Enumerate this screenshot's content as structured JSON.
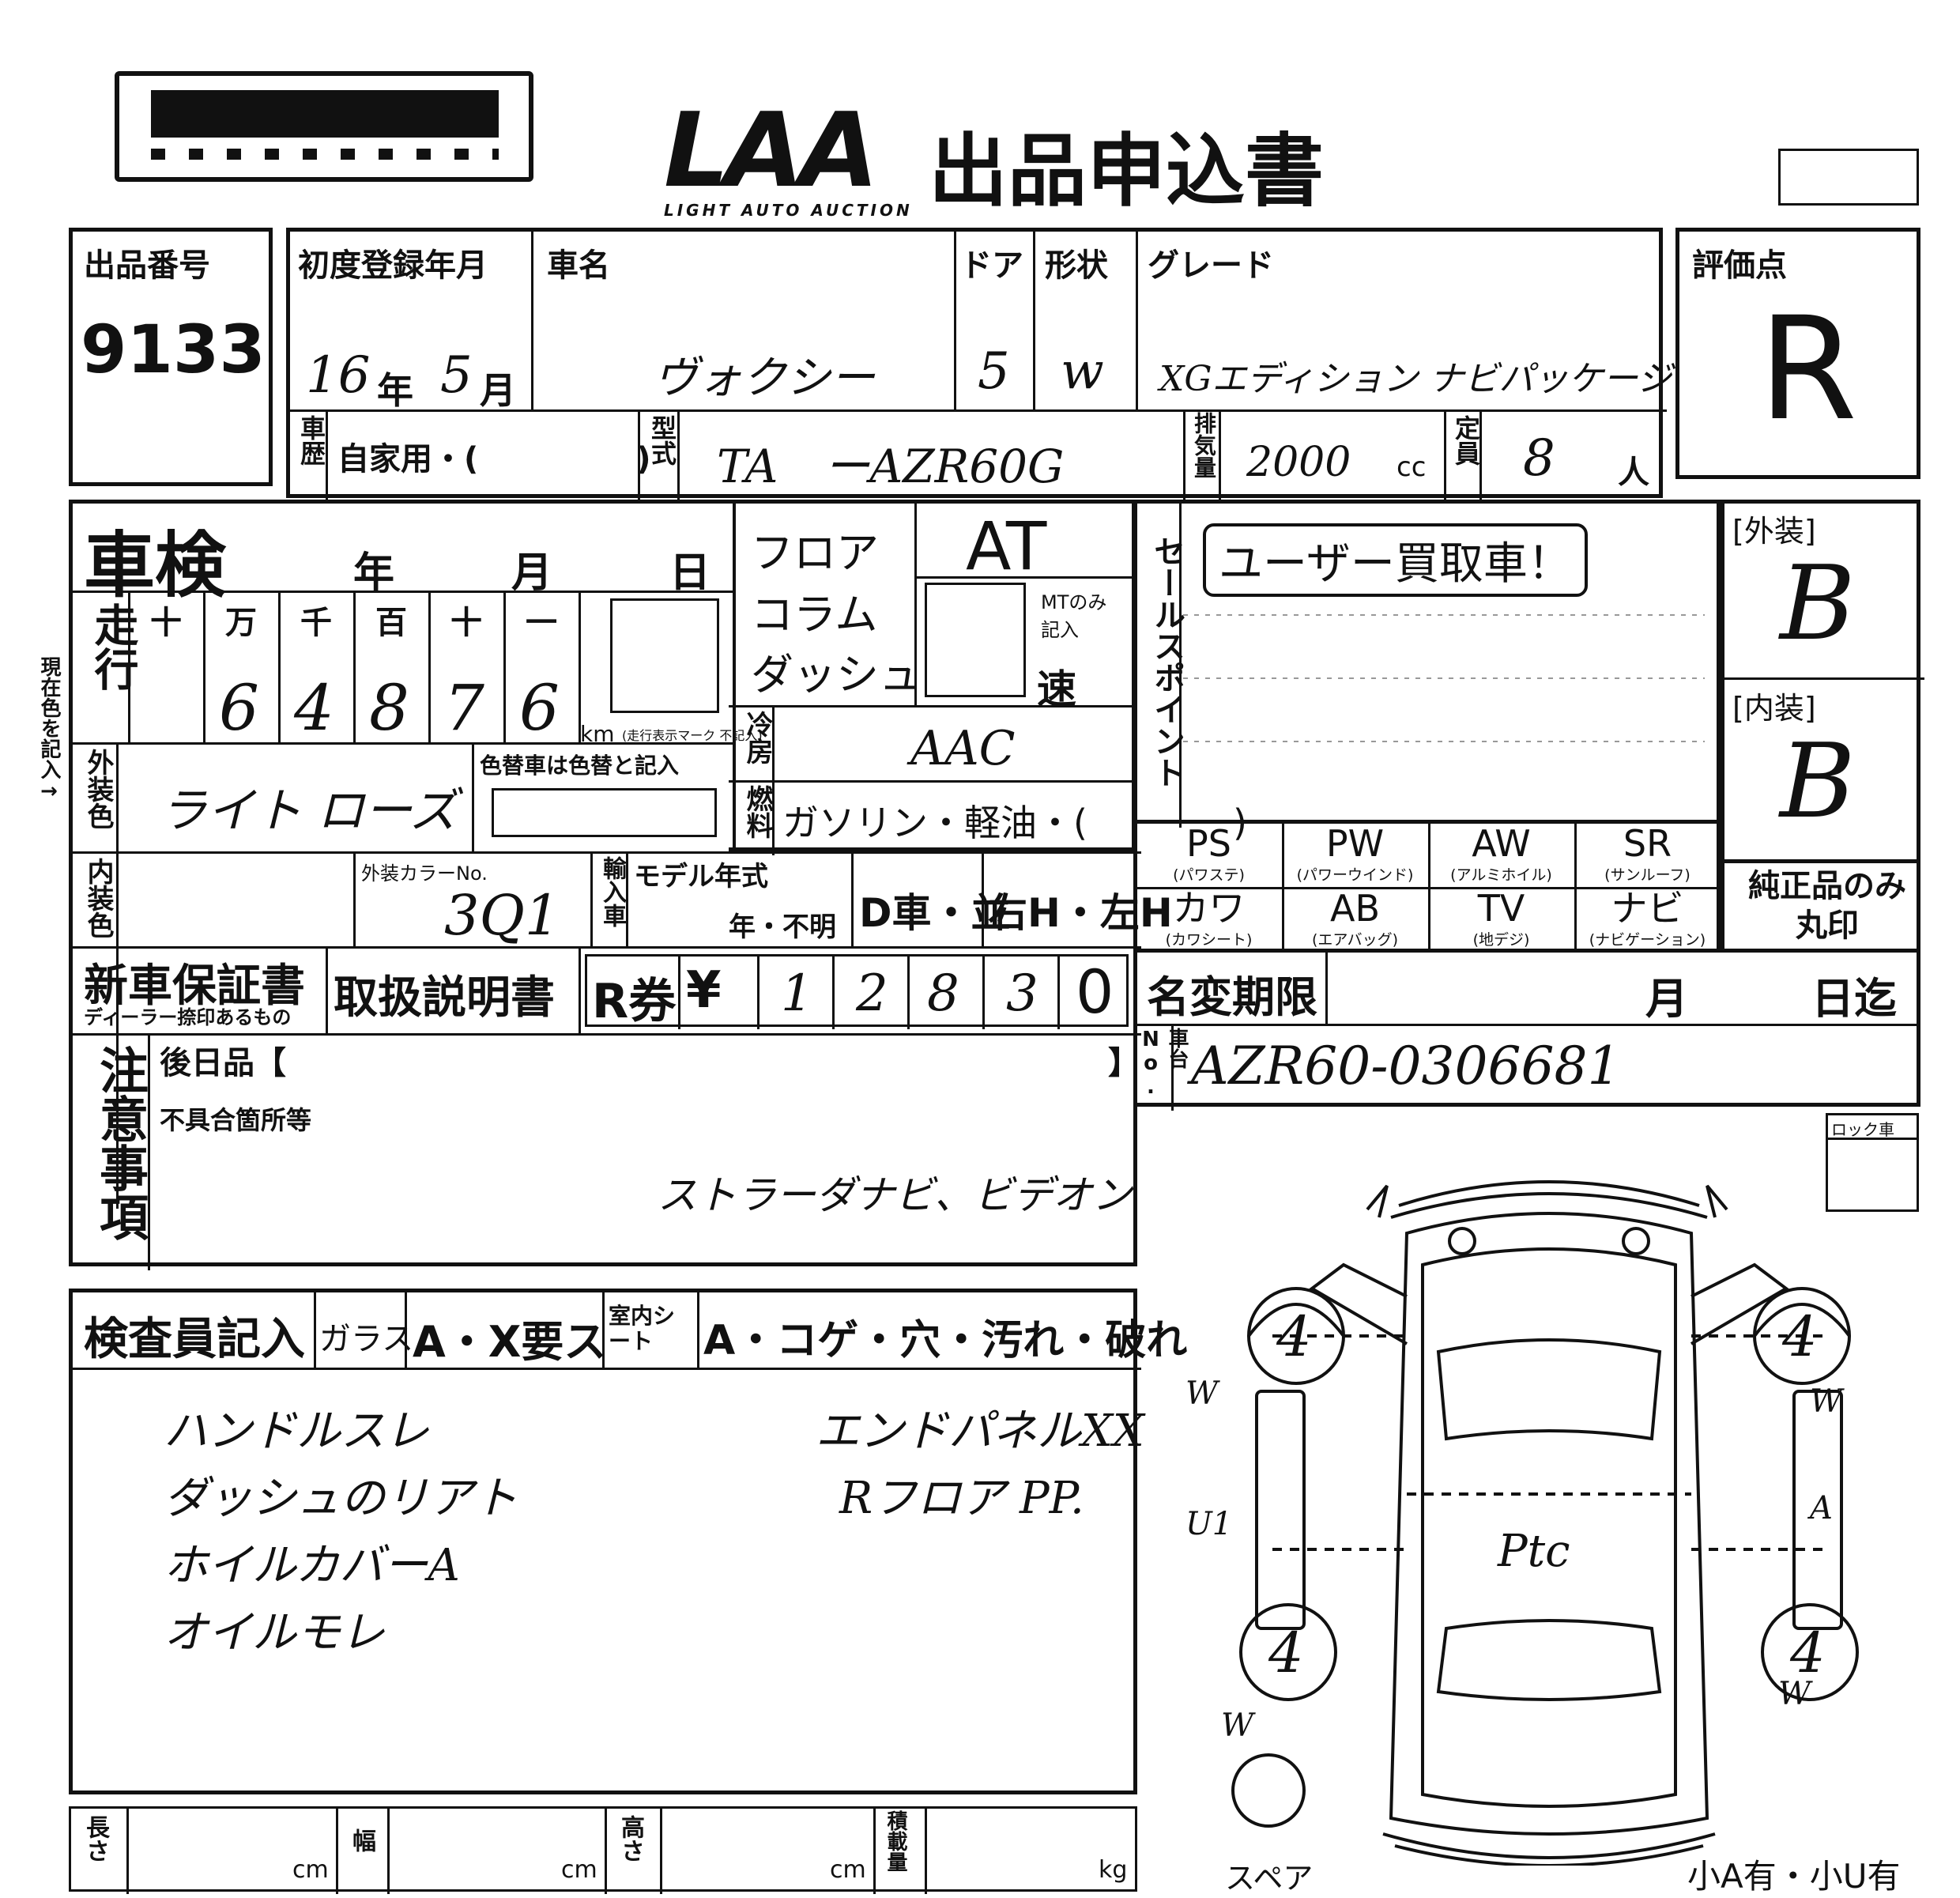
{
  "header": {
    "logo": "LAA",
    "logo_sub": "LIGHT AUTO AUCTION",
    "title": "出品申込書"
  },
  "lot": {
    "label": "出品番号",
    "value": "9133"
  },
  "reg": {
    "label": "初度登録年月",
    "year_suffix": "年",
    "month_suffix": "月",
    "year": "16",
    "month": "5"
  },
  "car_name": {
    "label": "車名",
    "value": "ヴォクシー"
  },
  "door": {
    "label": "ドア",
    "value": "5"
  },
  "shape": {
    "label": "形状",
    "value": "w"
  },
  "grade": {
    "label": "グレード",
    "value": "XGエディション ナビパッケージ"
  },
  "score": {
    "label": "評価点",
    "value": "R"
  },
  "history": {
    "label": "車歴",
    "value": "自家用・(　　　　　)"
  },
  "model": {
    "label": "型式",
    "value": "TA　ーAZR60G"
  },
  "displacement": {
    "label": "排気量",
    "value": "2000",
    "unit": "cc"
  },
  "capacity": {
    "label": "定員",
    "value": "8",
    "unit": "人"
  },
  "shaken": {
    "label": "車検",
    "y": "年",
    "m": "月",
    "d": "日"
  },
  "mileage": {
    "label": "走行",
    "digits_labels": [
      "十",
      "万",
      "千",
      "百",
      "十",
      "一"
    ],
    "digits": [
      "",
      "6",
      "4",
      "8",
      "7",
      "6"
    ],
    "unit": "km",
    "note": "(走行表示マーク 不記入)"
  },
  "shift": {
    "floor": "フロア",
    "column": "コラム",
    "dash": "ダッシュ",
    "at": "AT",
    "mt_note": "MTのみ 記入",
    "speed": "速"
  },
  "ac": {
    "label": "冷房",
    "value": "AAC"
  },
  "fuel": {
    "label": "燃料",
    "value": "ガソリン・軽油・(　　　　)"
  },
  "ext_color": {
    "label": "外装色",
    "value": "ライト ローズ",
    "repaint_label": "色替車は色替と記入"
  },
  "int_color": {
    "label": "内装色",
    "color_no_label": "外装カラーNo.",
    "color_no": "3Q1"
  },
  "import": {
    "label": "輸入車",
    "model_year_label": "モデル年式",
    "model_year_value": "年・不明"
  },
  "dealer": {
    "value": "D車・並"
  },
  "handle": {
    "value": "右H・左H"
  },
  "sales": {
    "label": "セールスポイント",
    "badge": "ユーザー買取車！"
  },
  "exterior": {
    "label": "[外装]",
    "value": "B"
  },
  "interior": {
    "label": "[内装]",
    "value": "B"
  },
  "equipment": {
    "items": [
      {
        "code": "PS",
        "sub": "(パワステ)"
      },
      {
        "code": "PW",
        "sub": "(パワーウインド)"
      },
      {
        "code": "AW",
        "sub": "(アルミホイル)"
      },
      {
        "code": "SR",
        "sub": "(サンルーフ)"
      },
      {
        "code": "カワ",
        "sub": "(カワシート)"
      },
      {
        "code": "AB",
        "sub": "(エアバッグ)"
      },
      {
        "code": "TV",
        "sub": "(地デジ)"
      },
      {
        "code": "ナビ",
        "sub": "(ナビゲーション)"
      }
    ],
    "genuine_label": "純正品のみ 丸印"
  },
  "warranty": {
    "label": "新車保証書",
    "sub": "ディーラー捺印あるもの"
  },
  "manual": {
    "label": "取扱説明書"
  },
  "recycle": {
    "label": "R券",
    "yen": "¥",
    "value": "12,830",
    "digits": [
      "1",
      "2",
      "8",
      "3",
      "0"
    ]
  },
  "name_change": {
    "label": "名変期限",
    "m": "月",
    "d": "日迄"
  },
  "chassis": {
    "label": "車台No.",
    "value": "AZR60-0306681"
  },
  "notes": {
    "label": "注意事項",
    "later": "後日品【",
    "later_close": "】",
    "defects": "不具合箇所等",
    "text": "ストラーダナビ、ビデオン"
  },
  "inspector": {
    "label": "検査員記入",
    "glass_label": "ガラス",
    "glass_value": "A・X要ス",
    "seat_label": "室内シート",
    "seat_value": "A・コゲ・穴・汚れ・破れ",
    "lines_left": [
      "ハンドルスレ",
      "ダッシュのリアト",
      "ホイルカバーA",
      "オイルモレ"
    ],
    "lines_right": [
      "エンドパネルXX",
      "Rフロア PP."
    ]
  },
  "lock": {
    "label": "ロック車"
  },
  "diagram": {
    "tires": [
      "4",
      "4",
      "4",
      "4"
    ],
    "marks": [
      "W",
      "W",
      "W",
      "W",
      "U1",
      "A",
      "Ptc"
    ],
    "spare": "スペア",
    "bottom_note": "小A有・小U有"
  },
  "dimensions": {
    "length_label": "長さ",
    "width_label": "幅",
    "height_label": "高さ",
    "load_label": "積載量",
    "cm": "cm",
    "kg": "kg"
  },
  "side_note": "現在色を記入→"
}
